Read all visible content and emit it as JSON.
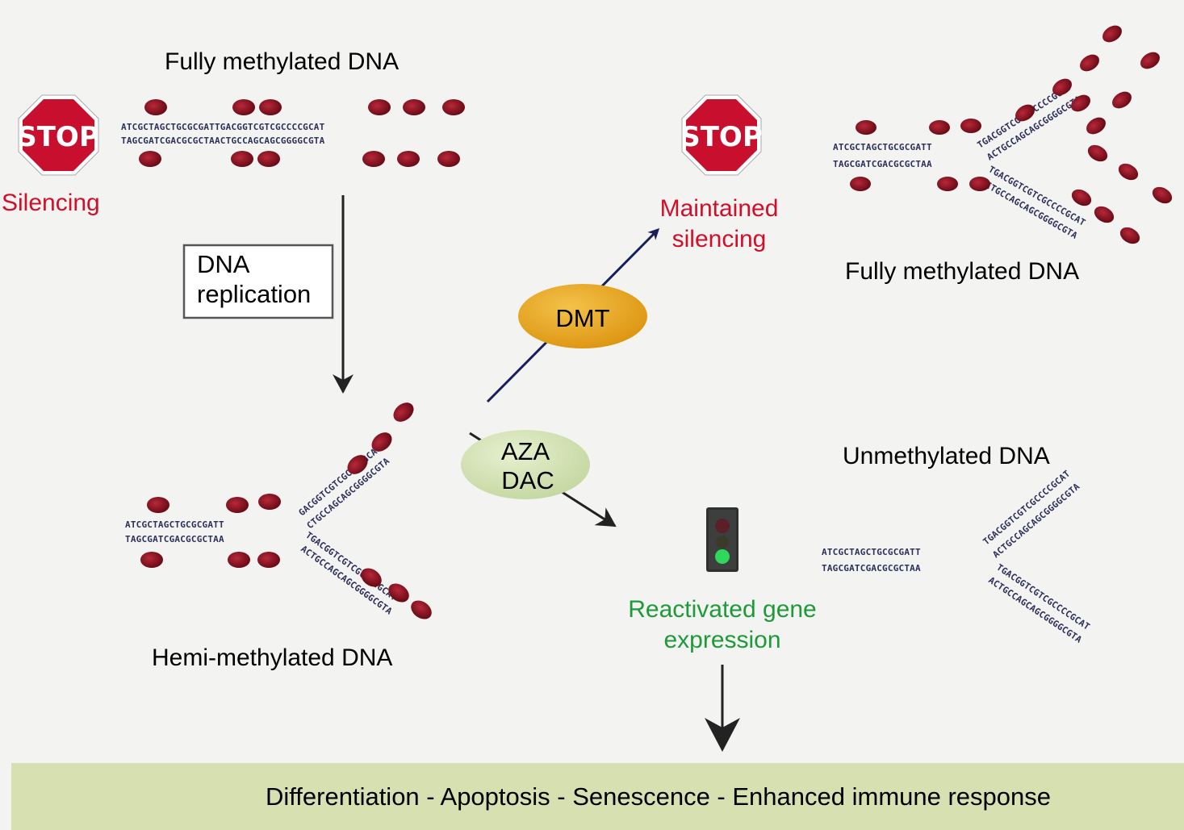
{
  "labels": {
    "fully_methylated_top": "Fully methylated DNA",
    "fully_methylated_right": "Fully methylated DNA",
    "hemi_methylated": "Hemi-methylated DNA",
    "unmethylated": "Unmethylated DNA",
    "silencing": "Silencing",
    "maintained_silencing_line1": "Maintained",
    "maintained_silencing_line2": "silencing",
    "dna_replication_line1": "DNA",
    "dna_replication_line2": "replication",
    "dmt": "DMT",
    "aza": "AZA",
    "dac": "DAC",
    "reactivated_line1": "Reactivated gene",
    "reactivated_line2": "expression",
    "stop_sign": "STOP"
  },
  "sequences": {
    "top_strand": "ATCGCTAGCTGCGCGATTGACGGTCGTCGCCCCGCAT",
    "bottom_strand": "TAGCGATCGACGCGCTAACTGCCAGCAGCGGGGCGTA",
    "left_top": "ATCGCTAGCTGCGCGATT",
    "left_bottom": "TAGCGATCGACGCGCTAA",
    "branch_a": "GACGGTCGTCGCCCCGCAT",
    "branch_b": "CTGCCAGCAGCGGGGCGTA",
    "branch_c": "TGACGGTCGTCGCCCCGCAT",
    "branch_d": "ACTGCCAGCAGCGGGGCGTA"
  },
  "footer": {
    "text": "Differentiation - Apoptosis - Senescence - Enhanced immune response"
  },
  "colors": {
    "methyl": "#8a1020",
    "stop": "#c8102e",
    "dmt": "#e8a417",
    "aza_dac": "#d4e4b4",
    "arrow_dark": "#1a1f5a",
    "footer_bg": "#d6e0b0"
  }
}
